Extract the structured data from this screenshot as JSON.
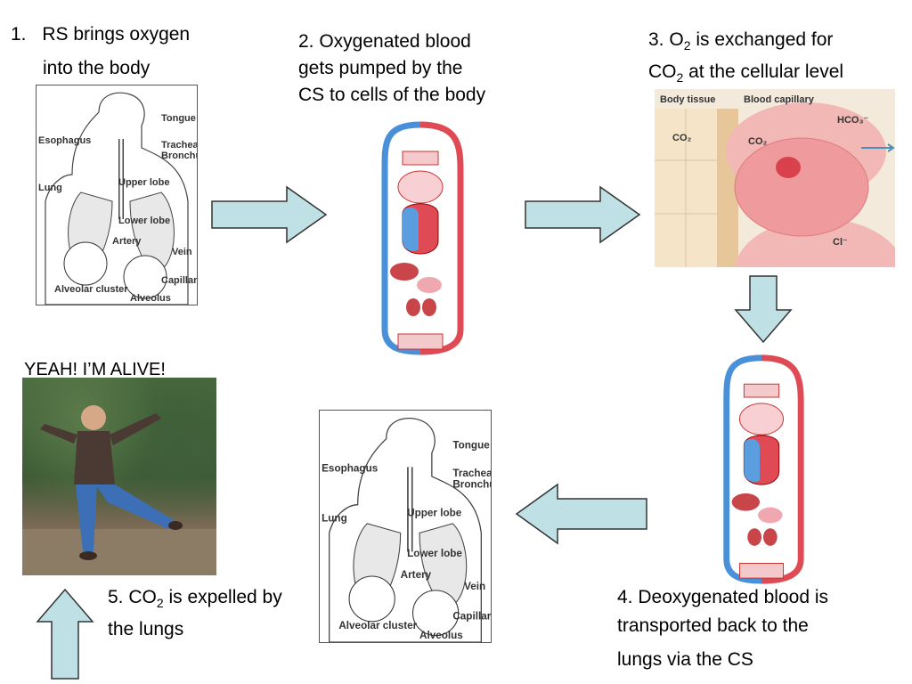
{
  "step1": {
    "number": "1.",
    "line1": "RS brings oxygen",
    "line2": "into the body"
  },
  "step2": {
    "line1": "2. Oxygenated blood",
    "line2": "gets pumped by the",
    "line3": "CS to cells of the body"
  },
  "step3": {
    "line1_pre": "3. O",
    "line1_sub": "2",
    "line1_post": " is exchanged for",
    "line2_pre": "CO",
    "line2_sub": "2",
    "line2_post": " at the cellular level"
  },
  "step4": {
    "line1": "4. Deoxygenated blood is",
    "line2": "transported back to the",
    "line3": "lungs via the CS"
  },
  "step5": {
    "line1_pre": "5. CO",
    "line1_sub": "2",
    "line1_post": " is expelled by",
    "line2": "the lungs"
  },
  "photo_caption": "YEAH! I’M ALIVE!",
  "resp_labels": {
    "tongue": "Tongue",
    "trachea": "Trachea",
    "bronchus": "Bronchus",
    "esophagus": "Esophagus",
    "upper_lobe": "Upper lobe",
    "lung": "Lung",
    "lower_lobe": "Lower lobe",
    "artery": "Artery",
    "vein": "Vein",
    "capillaries": "Capillaries",
    "alveolar_cluster": "Alveolar cluster",
    "alveolus": "Alveolus"
  },
  "cell_panel": {
    "body_tissue": "Body tissue",
    "blood_capillary": "Blood capillary",
    "co2": "CO₂",
    "hco3": "HCO₃⁻",
    "cl": "Cl⁻"
  },
  "colors": {
    "arrow_fill": "#bfe0e4",
    "arrow_stroke": "#333333",
    "oxygenated": "#e04a55",
    "deoxygenated": "#4a90d9"
  }
}
